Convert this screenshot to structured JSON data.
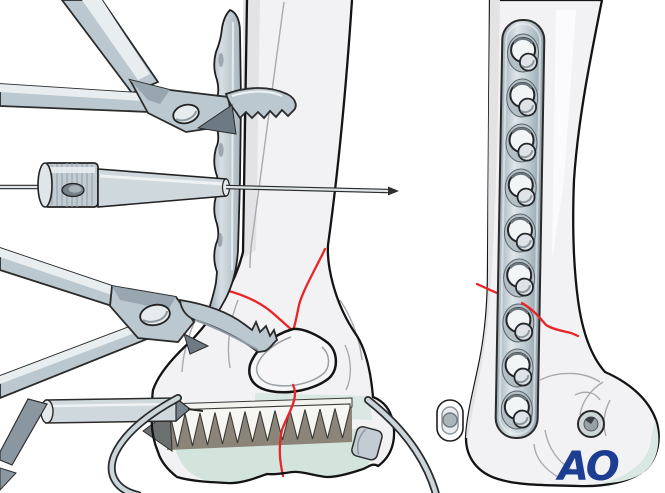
{
  "logo": {
    "text": "AO",
    "color": "#1c3d91"
  },
  "right_panel": {
    "plate_hole_count": 9
  },
  "colors": {
    "background": "#ffffff",
    "outline": "#1f1f1f",
    "bone": "#f2f2f4",
    "bone_shadow": "#e3e3e6",
    "cartilage": "#d9e8e2",
    "metal_light": "#e8edf0",
    "metal_mid": "#bcc8cf",
    "metal_dark": "#84949e",
    "fracture_red": "#e8262a",
    "thread_gap": "#8b8478",
    "logo_blue": "#1c3d91"
  },
  "components": {
    "left_panel_items": [
      "reduction-forceps-upper",
      "reduction-forceps-lower",
      "k-wire-with-chuck",
      "guide-sleeve",
      "threaded-pin",
      "cerclage-wire-left",
      "cerclage-wire-right",
      "plate-edge-on",
      "distal-bone",
      "fracture-lines"
    ],
    "right_panel_items": [
      "locking-plate",
      "distal-bone",
      "fracture-line",
      "screw-head",
      "combi-hole-icon",
      "ao-logo"
    ]
  }
}
